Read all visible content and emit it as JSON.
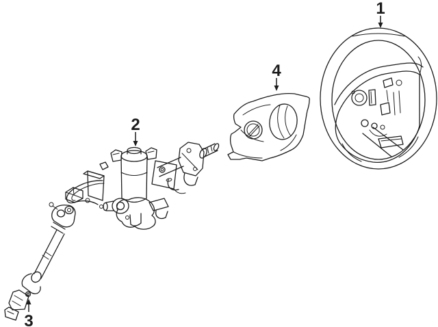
{
  "theme": {
    "bg": "#ffffff",
    "line": "#1c1c1c"
  },
  "diagram": {
    "callouts": [
      {
        "label": "1"
      },
      {
        "label": "2"
      },
      {
        "label": "3"
      },
      {
        "label": "4"
      }
    ]
  }
}
